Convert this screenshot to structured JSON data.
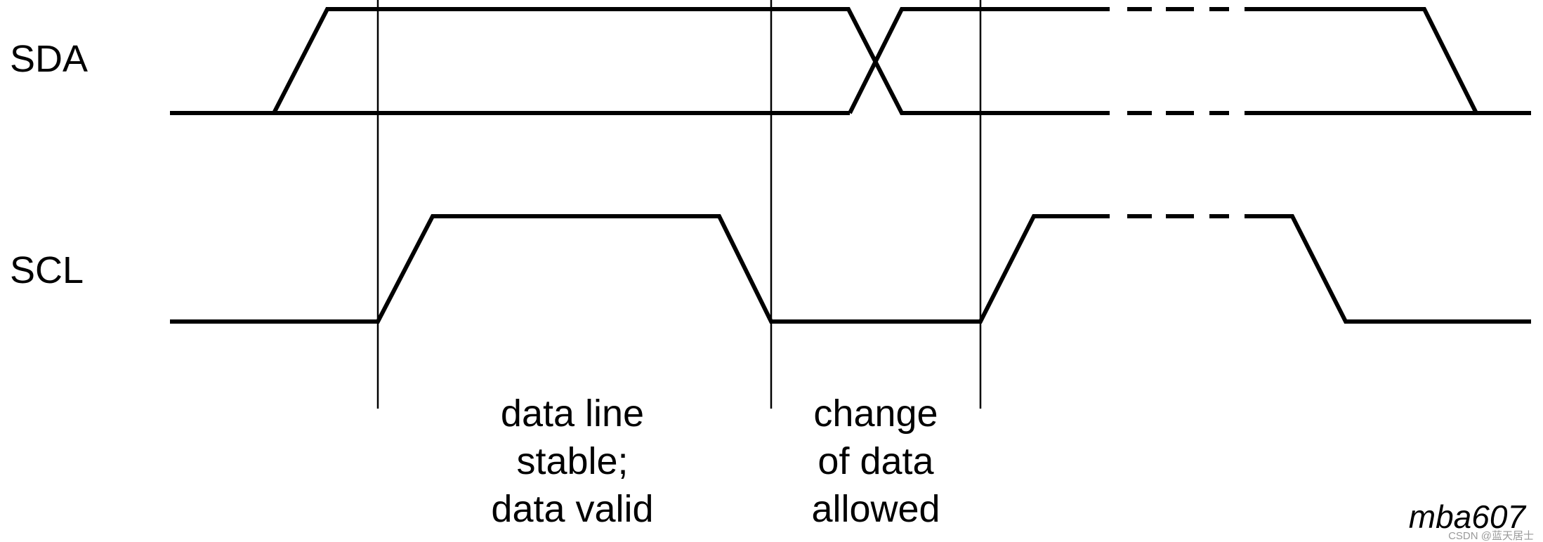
{
  "signals": {
    "sda": "SDA",
    "scl": "SCL"
  },
  "annotations": {
    "stable": [
      "data line",
      "stable;",
      "data valid"
    ],
    "change": [
      "change",
      "of data",
      "allowed"
    ]
  },
  "figure_code": "mba607",
  "watermark": "CSDN @蓝天居士",
  "colors": {
    "line": "#000000",
    "background": "#ffffff",
    "watermark": "#9a9a9a"
  }
}
